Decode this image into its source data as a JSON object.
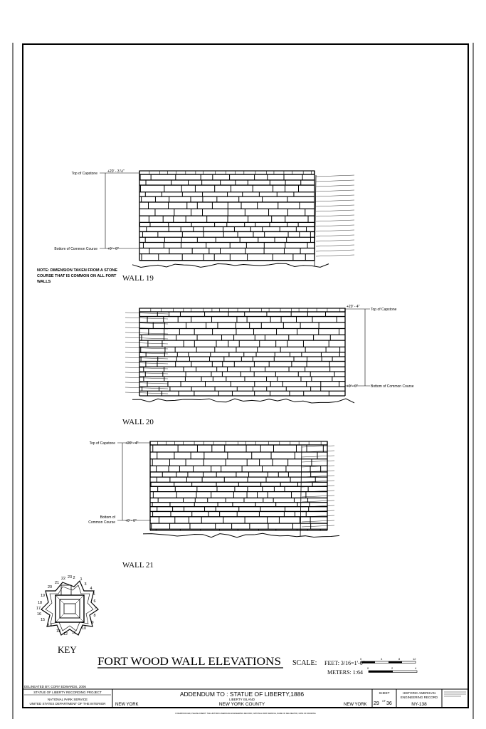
{
  "walls": [
    {
      "name": "WALL 19",
      "top_label": "Top of Capstone",
      "top_value": "+20' - 3 ½\"",
      "bottom_label": "Bottom of Common Course",
      "bottom_value": "+0' - 0\""
    },
    {
      "name": "WALL 20",
      "top_label": "Top of Capstone",
      "top_value": "+20' - 4\"",
      "bottom_label": "Bottom of Common Course",
      "bottom_value": "+0' - 0\""
    },
    {
      "name": "WALL 21",
      "top_label": "Top of Capstone",
      "top_value": "+20' - 4\"",
      "bottom_label_line1": "Bottom of",
      "bottom_label_line2": "Common Course",
      "bottom_value": "+0' - 0\""
    }
  ],
  "note": {
    "line1": "NOTE: DIMENSION TAKEN FROM A STONE",
    "line2": "COURSE THAT IS COMMON ON ALL FORT",
    "line3": "WALLS"
  },
  "key": {
    "label": "KEY",
    "numbers": [
      "1",
      "2",
      "3",
      "4",
      "5",
      "6",
      "7",
      "8",
      "9",
      "10",
      "11",
      "12",
      "13",
      "14",
      "15",
      "16",
      "17",
      "18",
      "19",
      "20",
      "21",
      "22",
      "23"
    ]
  },
  "drawing_title": "FORT WOOD WALL ELEVATIONS",
  "scale": {
    "label": "SCALE:",
    "feet": "FEET: 3/16=1'-0\"",
    "meters": "METERS: 1:64",
    "feet_ticks": [
      "0",
      "4",
      "8",
      "12"
    ],
    "meter_ticks": [
      "0",
      "2",
      "4"
    ]
  },
  "delineated_by": "DELINEATED BY: CORY EDWARDS, 2006",
  "title_block": {
    "project": "STATUE OF LIBERTY RECORDING PROJECT",
    "agency1": "NATIONAL PARK SERVICE",
    "agency2": "UNITED STATES DEPARTMENT OF THE INTERIOR",
    "state_left": "NEW YORK",
    "addendum": "ADDENDUM TO : STATUE OF LIBERTY,1886",
    "location": "LIBERTY ISLAND",
    "county": "NEW YORK COUNTY",
    "state_right": "NEW YORK",
    "sheet_label": "SHEET",
    "sheet_num": "29",
    "sheet_of": "OF",
    "sheet_total": "36",
    "record_line1": "HISTORIC AMERICAN",
    "record_line2": "ENGINEERING RECORD",
    "record_number": "NY-138"
  },
  "reproduction_note": "IF REPRODUCED, PLEASE CREDIT: THE HISTORIC AMERICAN ENGINEERING RECORD, NATIONAL PARK SERVICE, NAME OF DELINEATOR, DATE OF DRAWING"
}
